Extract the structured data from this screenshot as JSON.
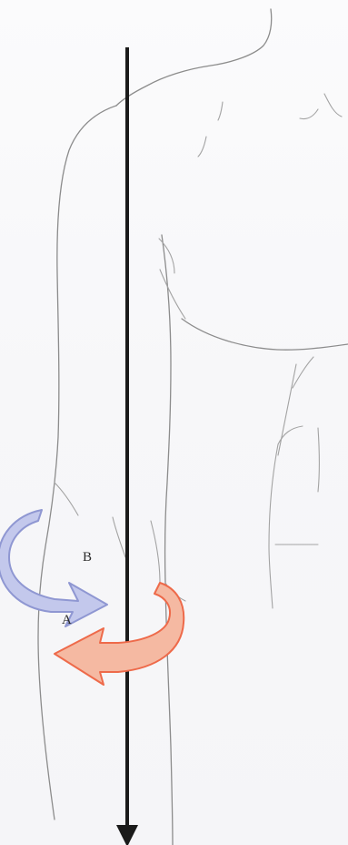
{
  "figure": {
    "labels": {
      "a": "A",
      "b": "B"
    },
    "arrows": {
      "a": {
        "meaning": "rotation-arrow",
        "color": "#ee6a4a",
        "fill": "#f5b9a2"
      },
      "b": {
        "meaning": "rotation-arrow",
        "color": "#8f97d2",
        "fill": "#c3c8ec"
      }
    },
    "axis": {
      "color": "#1a1a1a",
      "direction": "down"
    },
    "outline_color": "#8c8c8c"
  }
}
